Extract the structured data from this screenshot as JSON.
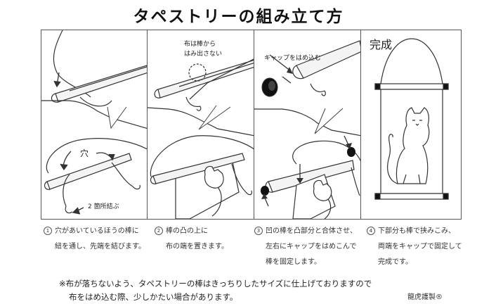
{
  "title": "タペストリーの組み立て方",
  "panels": {
    "p1": {
      "hole_label": "穴",
      "knot_label": "2 箇所結ぶ"
    },
    "p2": {
      "callout_line1": "布は棒から",
      "callout_line2": "はみ出さない"
    },
    "p3": {
      "callout": "キャップをはめ込む"
    },
    "p4": {
      "label": "完成"
    }
  },
  "steps": [
    {
      "num": "1",
      "line1": "穴があいているほうの棒に",
      "line2": "紐を通し、先端を結びます。"
    },
    {
      "num": "2",
      "line1": "棒の凸の上に",
      "line2": "布の端を置きます。"
    },
    {
      "num": "3",
      "line1": "凹の棒を凸部分と合体させ、",
      "line2": "左右にキャップをはめこんで",
      "line3": "棒を固定します。"
    },
    {
      "num": "4",
      "line1": "下部分も棒で挟みこみ、",
      "line2": "両端をキャップで固定して",
      "line3": "完成です。"
    }
  ],
  "note": {
    "line1": "※布が落ちないよう、タペストリーの棒はきっちりしたサイズに仕上げておりますので",
    "line2": "布をはめ込む際、少しかたい場合があります。"
  },
  "brand": "龍虎護製®"
}
